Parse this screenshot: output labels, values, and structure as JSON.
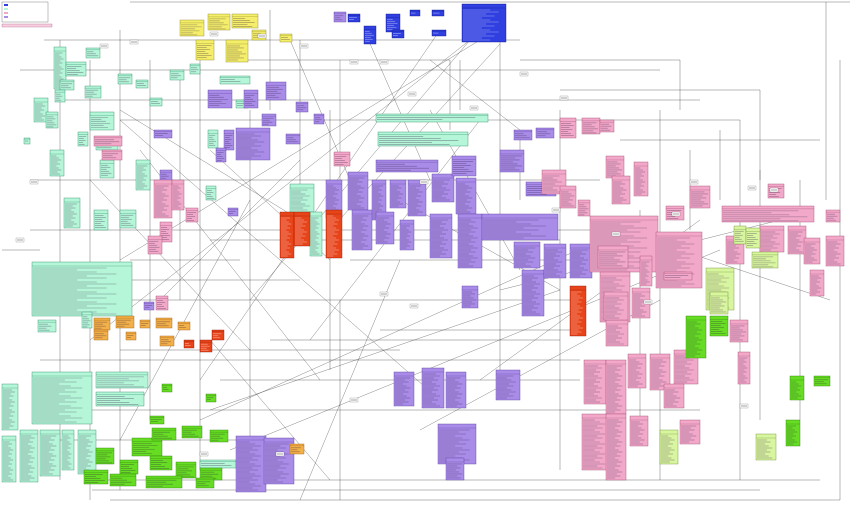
{
  "diagram": {
    "kind": "UML class diagram",
    "palette": {
      "mint": "#b5f5d8",
      "mint_stroke": "#2a8a66",
      "pink": "#f2a9c9",
      "pink_stroke": "#a0466f",
      "purple": "#a98ce8",
      "purple_stroke": "#5a3ba0",
      "yellow": "#f4ee6a",
      "yellow_stroke": "#8a8420",
      "blue": "#2f3fe0",
      "blue_stroke": "#10188a",
      "green": "#66dd22",
      "green_stroke": "#2a7a0a",
      "lime": "#d8f5a0",
      "lime_stroke": "#6a8a2a",
      "orange": "#f2b048",
      "orange_stroke": "#a05a10",
      "red": "#e8441a",
      "red_stroke": "#901a08",
      "magenta": "#c020c0",
      "light_pink": "#f7cfe0",
      "connector": "#333333"
    },
    "legend_title": "",
    "legend_note": "",
    "class_groups": [
      {
        "color": "mint",
        "label": ""
      },
      {
        "color": "yellow",
        "label": ""
      },
      {
        "color": "blue",
        "label": ""
      },
      {
        "color": "purple",
        "label": ""
      },
      {
        "color": "pink",
        "label": ""
      },
      {
        "color": "orange",
        "label": ""
      },
      {
        "color": "red",
        "label": ""
      },
      {
        "color": "green",
        "label": ""
      },
      {
        "color": "lime",
        "label": ""
      }
    ]
  }
}
